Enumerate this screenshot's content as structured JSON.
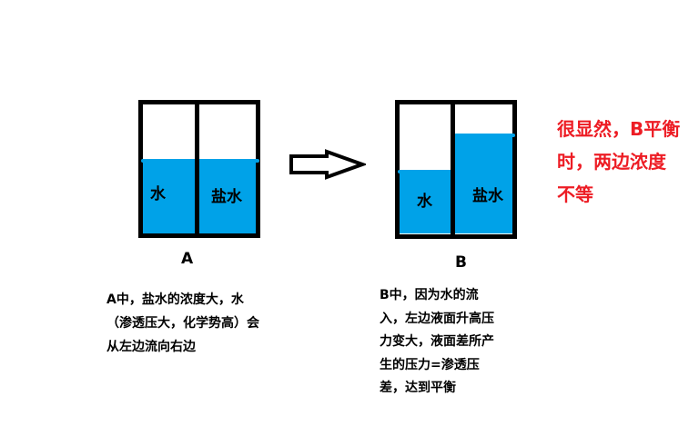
{
  "colors": {
    "water": "#00a2e8",
    "border": "#000000",
    "annotation": "#ed1c24",
    "text": "#000000"
  },
  "container_a": {
    "label": "A",
    "left_compartment": "水",
    "right_compartment": "盐水",
    "water_level": "equal"
  },
  "arrow": {
    "icon": "hollow-right-arrow-icon",
    "direction": "right"
  },
  "container_b": {
    "label": "B",
    "left_compartment": "水",
    "right_compartment": "盐水",
    "water_level": "right higher than left"
  },
  "annotation": {
    "lines": [
      "很显然，B平衡",
      "时，两边浓度",
      "不等"
    ]
  },
  "note_a": {
    "lines": [
      "A中，盐水的浓度大，水",
      "（渗透压大，化学势高）会",
      "从左边流向右边"
    ]
  },
  "note_b": {
    "lines": [
      "B中，因为水的流",
      "入，左边液面升高压",
      "力变大，液面差所产",
      "生的压力=渗透压",
      "差，达到平衡"
    ]
  }
}
